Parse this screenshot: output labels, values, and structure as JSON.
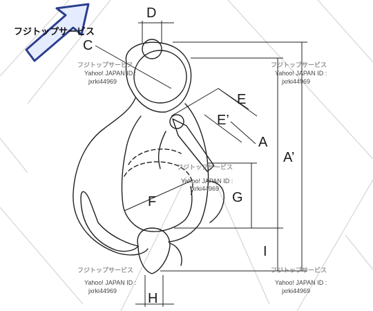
{
  "logo": {
    "text": "フジトップサービス",
    "icon": "arrow-icon"
  },
  "labels": {
    "A": "A",
    "A_prime": "A’",
    "C": "C",
    "D": "D",
    "E": "E",
    "E_prime": "E’",
    "F": "F",
    "G": "G",
    "H": "H",
    "I": "I"
  },
  "watermark": {
    "name": "フジトップサービス",
    "line1": "Yahoo! JAPAN ID :",
    "line2": "jxrki44969"
  },
  "colors": {
    "line": "#1f1f1f",
    "watermark": "#d0d0d0",
    "logo_blue": "#2a3f8f"
  }
}
